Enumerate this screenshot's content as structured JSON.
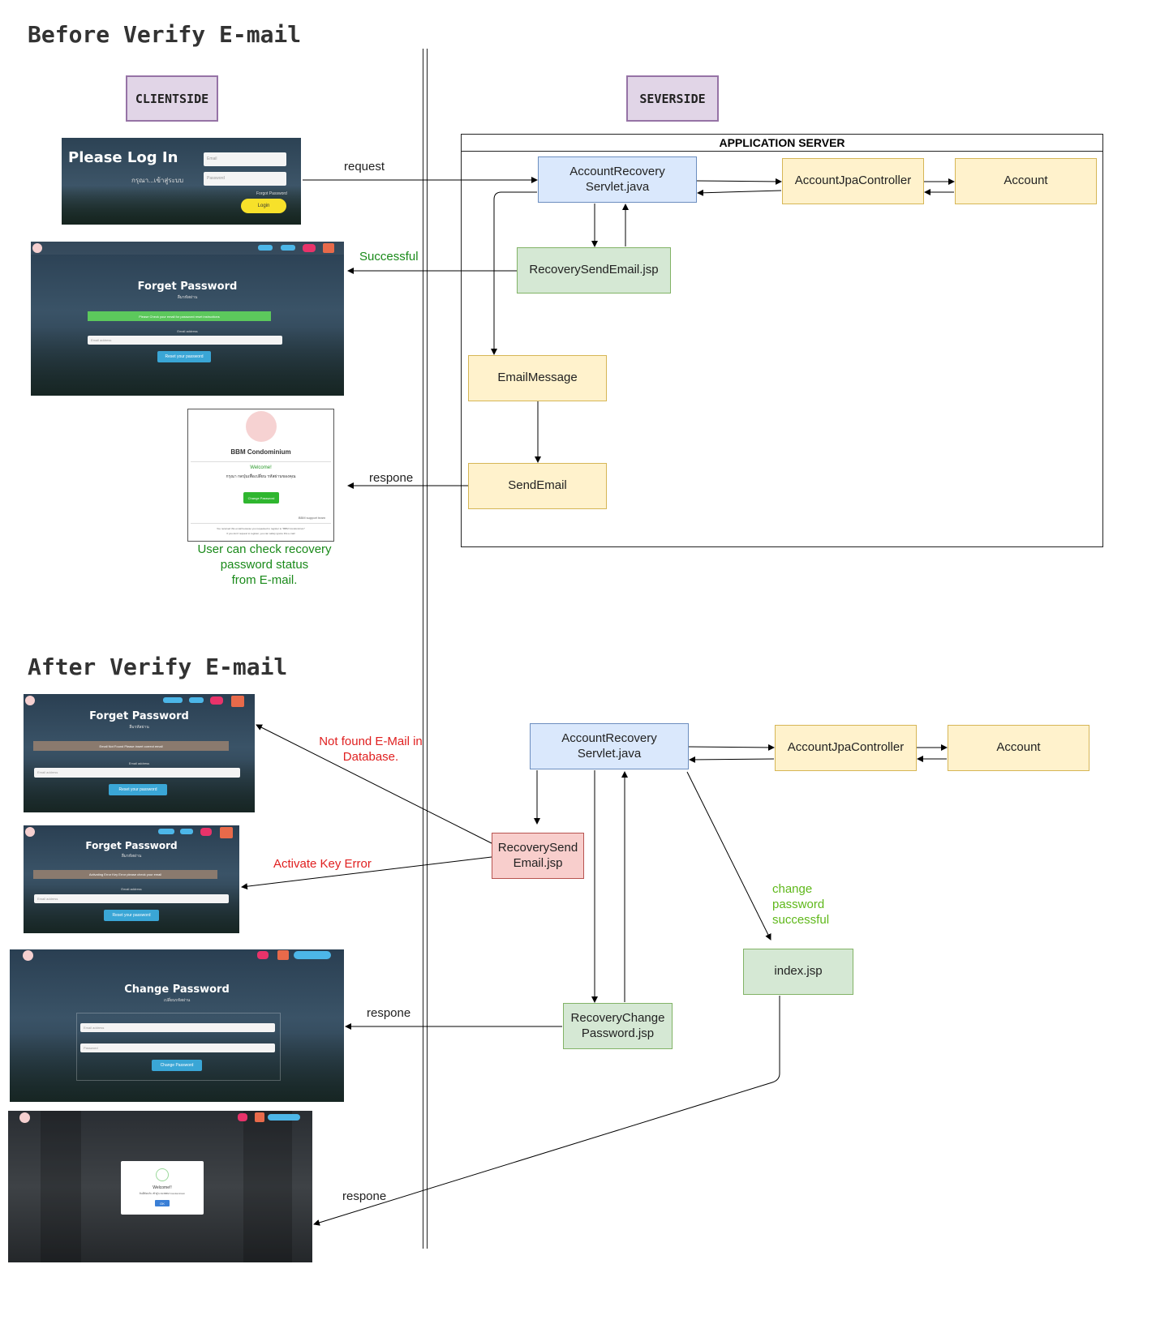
{
  "headings": {
    "before": "Before Verify E-mail",
    "after": "After Verify E-mail"
  },
  "side_tags": {
    "client": "CLIENTSIDE",
    "server": "SEVERSIDE"
  },
  "app_server": {
    "title": "APPLICATION SERVER"
  },
  "before": {
    "nodes": {
      "servlet": "AccountRecovery\nServlet.java",
      "jpa": "AccountJpaController",
      "account": "Account",
      "send_jsp": "RecoverySendEmail.jsp",
      "email_message": "EmailMessage",
      "send_email": "SendEmail"
    },
    "labels": {
      "request": "request",
      "successful": "Successful",
      "respone": "respone",
      "check_note": "User can check recovery\npassword status\nfrom E-mail."
    },
    "screens": {
      "login": {
        "title": "Please Log In",
        "subtitle": "กรุณา...เข้าสู่ระบบ",
        "email": "Email",
        "password": "Password",
        "forgot": "Forgot Password",
        "button": "Login"
      },
      "forget": {
        "title": "Forget Password",
        "subtitle": "ลืมรหัสผ่าน",
        "notice": "Please Check your email for password reset instructions",
        "field_label": "Email address",
        "field_placeholder": "Email address",
        "button": "Reset your password"
      },
      "email": {
        "brand": "BBM Condominium",
        "welcome": "Welcome!",
        "line": "กรุณา กดปุ่มเพื่อเปลี่ยน รหัสผ่านของคุณ",
        "button": "Change Password",
        "sign": "BBM support team",
        "footer1": "You received this email because you requested to register to \"BBM Condominium\"",
        "footer2": "If you don't request to register, you can safely ignore this e-mail"
      }
    }
  },
  "after": {
    "nodes": {
      "servlet": "AccountRecovery\nServlet.java",
      "jpa": "AccountJpaController",
      "account": "Account",
      "send_jsp": "RecoverySend\nEmail.jsp",
      "change_jsp": "RecoveryChange\nPassword.jsp",
      "index_jsp": "index.jsp"
    },
    "labels": {
      "not_found": "Not found E-Mail in\nDatabase.",
      "activate_error": "Activate Key Error",
      "change_success": "change\npassword\nsuccessful",
      "respone1": "respone",
      "respone2": "respone"
    },
    "screens": {
      "forget1": {
        "title": "Forget Password",
        "subtitle": "ลืมรหัสผ่าน",
        "notice": "Email Not Found Please insert correct email",
        "field_label": "Email address",
        "field_placeholder": "Email address",
        "button": "Reset your password"
      },
      "forget2": {
        "title": "Forget Password",
        "subtitle": "ลืมรหัสผ่าน",
        "notice": "Activating Error Key Error please check your email",
        "field_label": "Email address",
        "field_placeholder": "Email address",
        "button": "Reset your password"
      },
      "change": {
        "title": "Change Password",
        "subtitle": "เปลี่ยนรหัสผ่าน",
        "field1": "Email address",
        "field2": "Password",
        "button": "Change Password"
      },
      "welcome": {
        "title": "Welcome!!",
        "text": "ยินดีต้อนรับ เข้าสู่ระบบ BBM Condominium",
        "button": "OK"
      }
    }
  },
  "colors": {
    "green_label": "#1a8a1a",
    "red_label": "#e02020",
    "lime_label": "#5fb81a",
    "edge": "#000000"
  }
}
